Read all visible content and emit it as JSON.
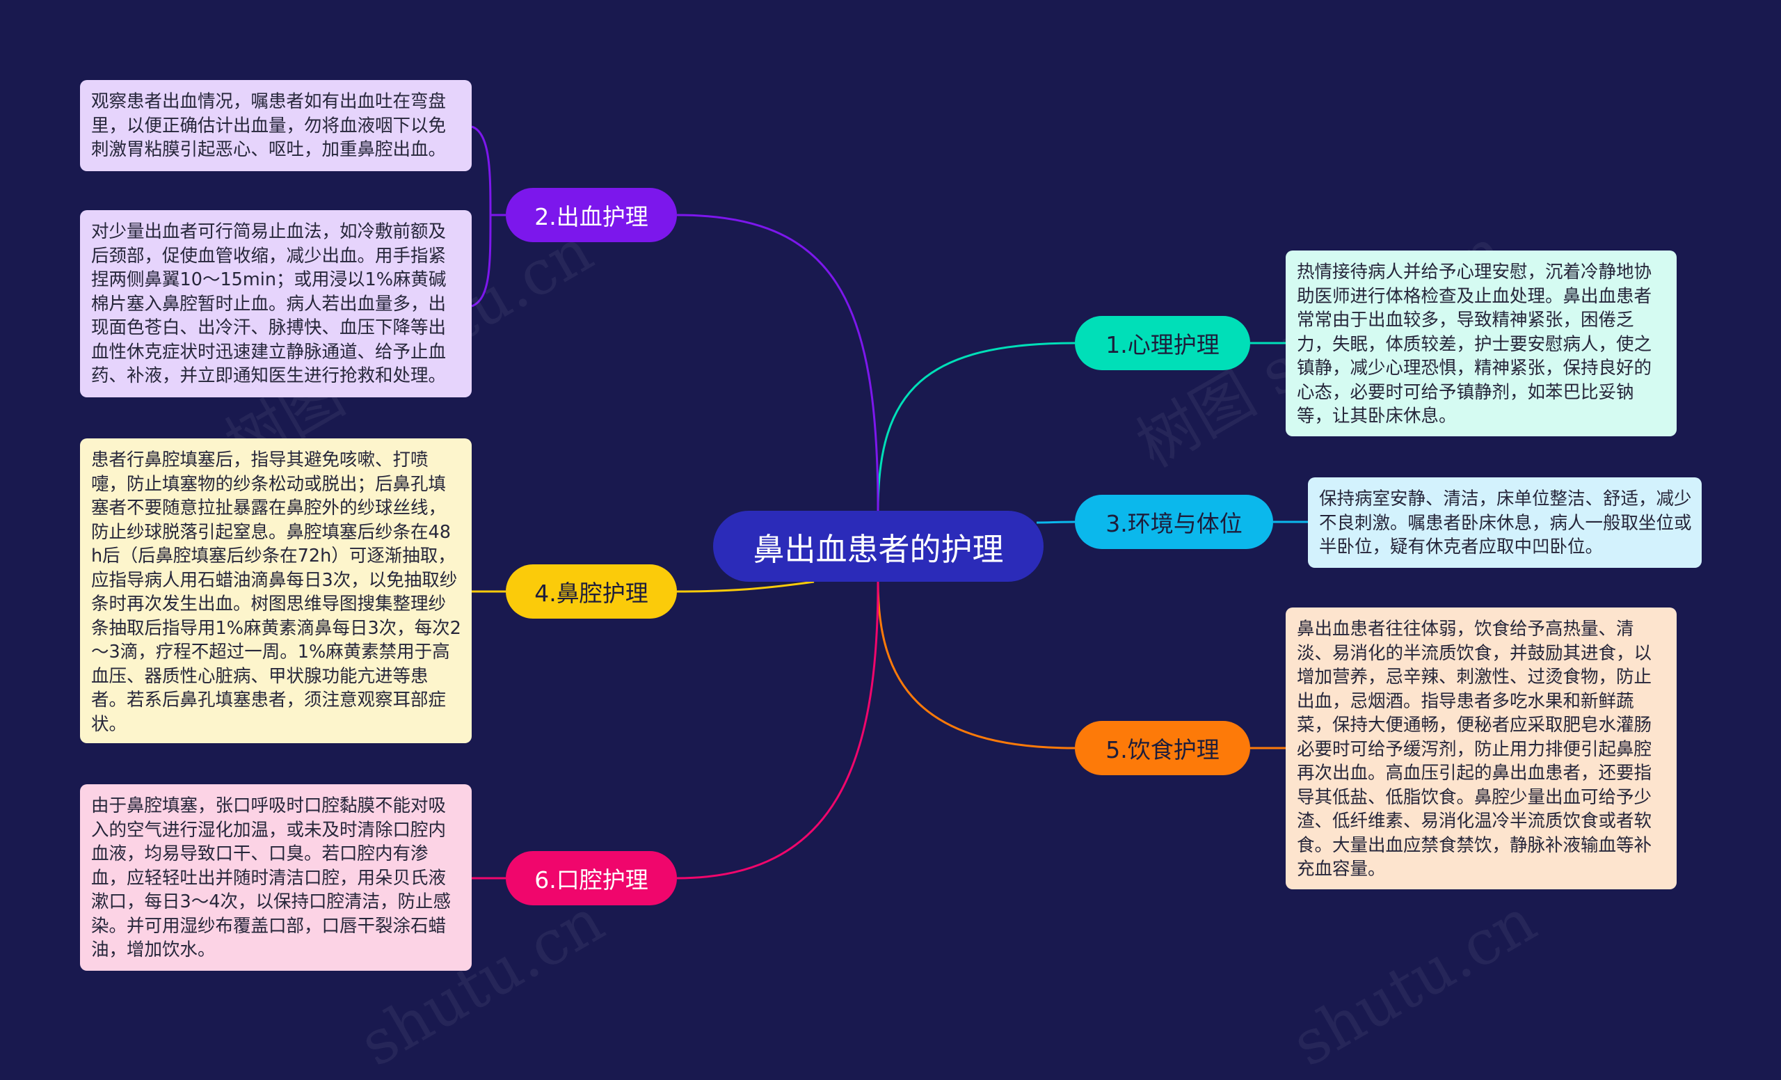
{
  "root": {
    "label": "鼻出血患者的护理"
  },
  "branches": [
    {
      "label": "1.心理护理",
      "color": "#00dfb8",
      "text_color": "#1d1d3b",
      "note": "热情接待病人并给予心理安慰，沉着冷静地协助医师进行体格检查及止血处理。鼻出血患者常常由于出血较多，导致精神紧张，困倦乏力，失眠，体质较差，护士要安慰病人，使之镇静，减少心理恐惧，精神紧张，保持良好的心态，必要时可给予镇静剂，如苯巴比妥钠等，让其卧床休息。",
      "note_bg": "#d5fbf2"
    },
    {
      "label": "2.出血护理",
      "color": "#7c17ec",
      "text_color": "#ffffff",
      "notes": [
        "观察患者出血情况，嘱患者如有出血吐在弯盘里，以便正确估计出血量，勿将血液咽下以免刺激胃粘膜引起恶心、呕吐，加重鼻腔出血。",
        "对少量出血者可行简易止血法，如冷敷前额及后颈部，促使血管收缩，减少出血。用手指紧捏两侧鼻翼10～15min；或用浸以1%麻黄碱棉片塞入鼻腔暂时止血。病人若出血量多，出现面色苍白、出冷汗、脉搏快、血压下降等出血性休克症状时迅速建立静脉通道、给予止血药、补液，并立即通知医生进行抢救和处理。"
      ],
      "note_bg": "#e6d4fc"
    },
    {
      "label": "3.环境与体位",
      "color": "#0bb8ec",
      "text_color": "#1d1d3b",
      "note": "保持病室安静、清洁，床单位整洁、舒适，减少不良刺激。嘱患者卧床休息，病人一般取坐位或半卧位，疑有休克者应取中凹卧位。",
      "note_bg": "#d3f2fd"
    },
    {
      "label": "4.鼻腔护理",
      "color": "#fbcb0a",
      "text_color": "#1d1d3b",
      "note": "患者行鼻腔填塞后，指导其避免咳嗽、打喷嚏，防止填塞物的纱条松动或脱出；后鼻孔填塞者不要随意拉扯暴露在鼻腔外的纱球丝线，防止纱球脱落引起窒息。鼻腔填塞后纱条在48h后（后鼻腔填塞后纱条在72h）可逐渐抽取，应指导病人用石蜡油滴鼻每日3次，以免抽取纱条时再次发生出血。树图思维导图搜集整理纱条抽取后指导用1%麻黄素滴鼻每日3次，每次2～3滴，疗程不超过一周。1%麻黄素禁用于高血压、器质性心脏病、甲状腺功能亢进等患者。若系后鼻孔填塞患者，须注意观察耳部症状。",
      "note_bg": "#fdf5cc"
    },
    {
      "label": "5.饮食护理",
      "color": "#fd7a09",
      "text_color": "#1d1d3b",
      "note": "鼻出血患者往往体弱，饮食给予高热量、清淡、易消化的半流质饮食，并鼓励其进食，以增加营养，忌辛辣、刺激性、过烫食物，防止出血，忌烟酒。指导患者多吃水果和新鲜蔬菜，保持大便通畅，便秘者应采取肥皂水灌肠必要时可给予缓泻剂，防止用力排便引起鼻腔再次出血。高血压引起的鼻出血患者，还要指导其低盐、低脂饮食。鼻腔少量出血可给予少渣、低纤维素、易消化温冷半流质饮食或者软食。大量出血应禁食禁饮，静脉补液输血等补充血容量。",
      "note_bg": "#fde4ce"
    },
    {
      "label": "6.口腔护理",
      "color": "#f0066c",
      "text_color": "#ffffff",
      "note": "由于鼻腔填塞，张口呼吸时口腔黏膜不能对吸入的空气进行湿化加温，或未及时清除口腔内血液，均易导致口干、口臭。若口腔内有渗血，应轻轻吐出并随时清洁口腔，用朵贝氏液漱口，每日3～4次，以保持口腔清洁，防止感染。并可用湿纱布覆盖口部，口唇干裂涂石蜡油，增加饮水。",
      "note_bg": "#fcd3e5"
    }
  ],
  "watermarks": [
    "树图 shutu.cn",
    "树图 shutu.cn",
    "树图 shutu.cn",
    "shutu.cn",
    "shutu.cn"
  ]
}
